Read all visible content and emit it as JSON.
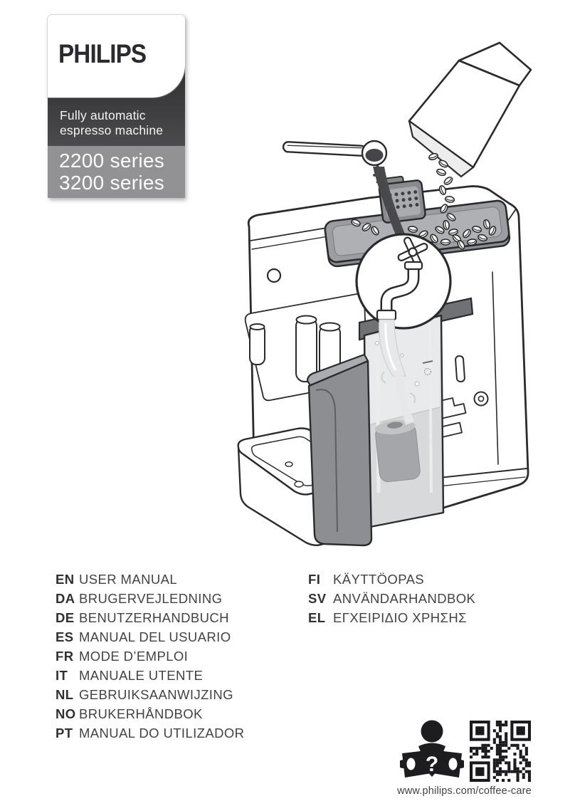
{
  "brand": {
    "logo_text": "PHILIPS",
    "logo_color": "#2b2a2e",
    "tagline_line1": "Fully automatic",
    "tagline_line2": "espresso machine",
    "series_line1": "2200 series",
    "series_line2": "3200 series",
    "tagline_bg": "#3d3d40",
    "series_bg": "#929294"
  },
  "languages": {
    "left": [
      {
        "code": "EN",
        "label": "USER MANUAL"
      },
      {
        "code": "DA",
        "label": "BRUGERVEJLEDNING"
      },
      {
        "code": "DE",
        "label": "BENUTZERHANDBUCH"
      },
      {
        "code": "ES",
        "label": "MANUAL DEL USUARIO"
      },
      {
        "code": "FR",
        "label": "MODE D’EMPLOI"
      },
      {
        "code": "IT",
        "label": "MANUALE UTENTE"
      },
      {
        "code": "NL",
        "label": "GEBRUIKSAANWIJZING"
      },
      {
        "code": "NO",
        "label": "BRUKERHÅNDBOK"
      },
      {
        "code": "PT",
        "label": "MANUAL DO UTILIZADOR"
      }
    ],
    "right": [
      {
        "code": "FI",
        "label": "KÄYTTÖOPAS"
      },
      {
        "code": "SV",
        "label": "ANVÄNDARHANDBOK"
      },
      {
        "code": "EL",
        "label": "ΕΓΧΕΙΡΙΔΙΟ ΧΡΗΣΗΣ"
      }
    ]
  },
  "footer": {
    "url": "www.philips.com/coffee-care",
    "help_glyph": "?"
  },
  "illustration": {
    "alt": "Line drawing of a fully automatic espresso machine: coffee beans poured from a bag into the bean hopper, ground coffee poured from a scoop into the powder chute, and a magnified tap filling the removable water tank that holds the water filter."
  }
}
